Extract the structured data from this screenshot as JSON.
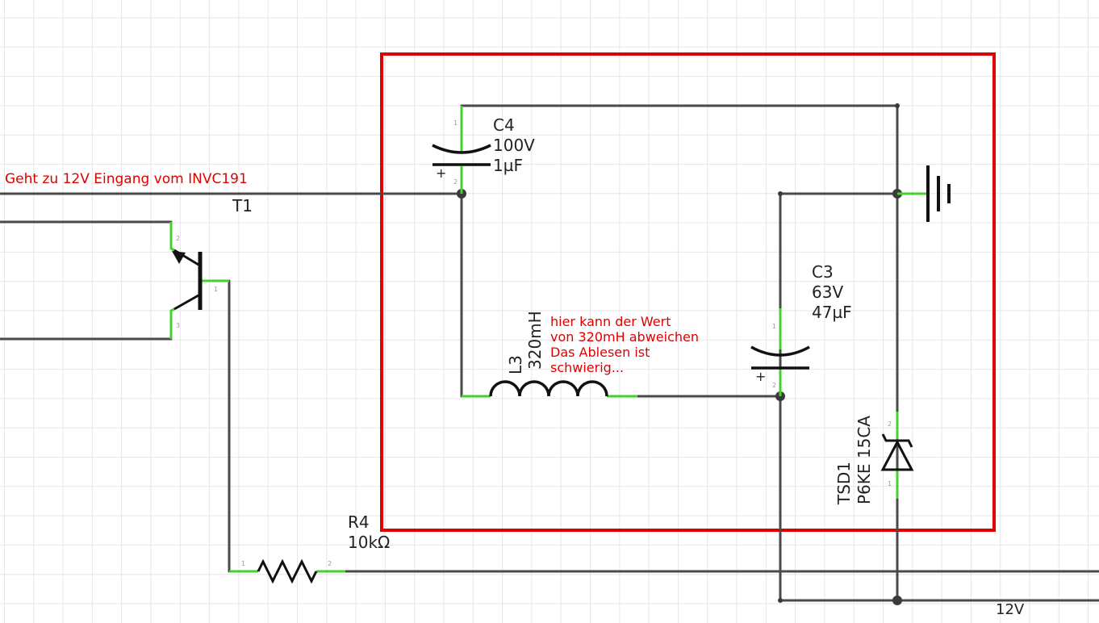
{
  "annotation_input": "Geht zu 12V Eingang vom INVC191",
  "annotation_note": [
    "hier kann der Wert",
    "von 320mH abweichen",
    "Das Ablesen ist",
    "schwierig..."
  ],
  "net_12v": "12V",
  "colors": {
    "highlight_box": "#e00000",
    "wire": "#4a4a4a",
    "pin_lead": "#45d12d",
    "grid": "#e6e6e6",
    "annotation_text": "#e00000"
  },
  "components": {
    "t1": {
      "ref": "T1",
      "pins": [
        "2",
        "1",
        "3"
      ]
    },
    "c4": {
      "ref": "C4",
      "voltage": "100V",
      "value": "1µF",
      "polarity": "+",
      "pins": [
        "1",
        "2"
      ]
    },
    "c3": {
      "ref": "C3",
      "voltage": "63V",
      "value": "47µF",
      "polarity": "+",
      "pins": [
        "1",
        "2"
      ]
    },
    "l3": {
      "ref": "L3",
      "value": "320mH"
    },
    "r4": {
      "ref": "R4",
      "value": "10kΩ",
      "pins": [
        "1",
        "2"
      ]
    },
    "tsd1": {
      "ref": "TSD1",
      "value": "P6KE 15CA",
      "pins": [
        "2",
        "1"
      ]
    }
  }
}
